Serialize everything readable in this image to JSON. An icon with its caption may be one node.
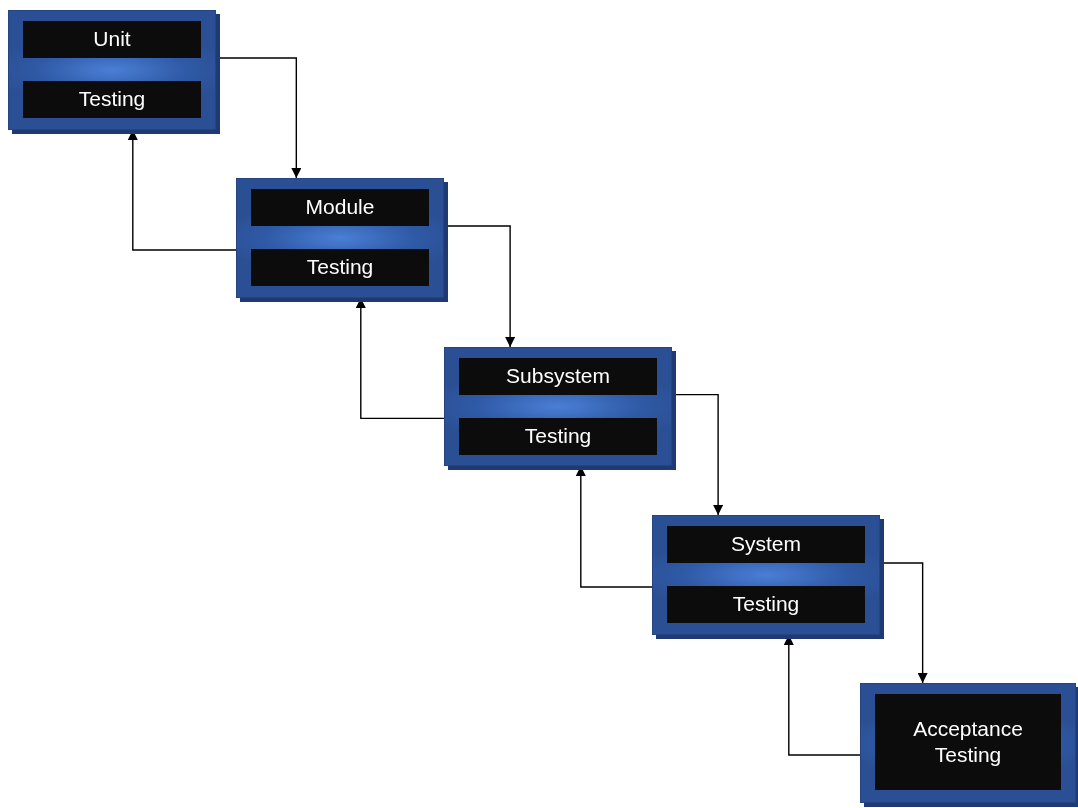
{
  "diagram": {
    "nodes": [
      {
        "text": [
          "Unit",
          "Testing"
        ]
      },
      {
        "text": [
          "Module",
          "Testing"
        ]
      },
      {
        "text": [
          "Subsystem",
          "Testing"
        ]
      },
      {
        "text": [
          "System",
          "Testing"
        ]
      },
      {
        "text": [
          "Acceptance Testing"
        ]
      }
    ],
    "edges": [
      {
        "from": 0,
        "to": 1,
        "arrow": "to"
      },
      {
        "from": 1,
        "to": 0,
        "arrow": "to"
      },
      {
        "from": 1,
        "to": 2,
        "arrow": "to"
      },
      {
        "from": 2,
        "to": 1,
        "arrow": "to"
      },
      {
        "from": 2,
        "to": 3,
        "arrow": "to"
      },
      {
        "from": 3,
        "to": 2,
        "arrow": "to"
      },
      {
        "from": 3,
        "to": 4,
        "arrow": "to"
      },
      {
        "from": 4,
        "to": 3,
        "arrow": "to"
      }
    ]
  }
}
